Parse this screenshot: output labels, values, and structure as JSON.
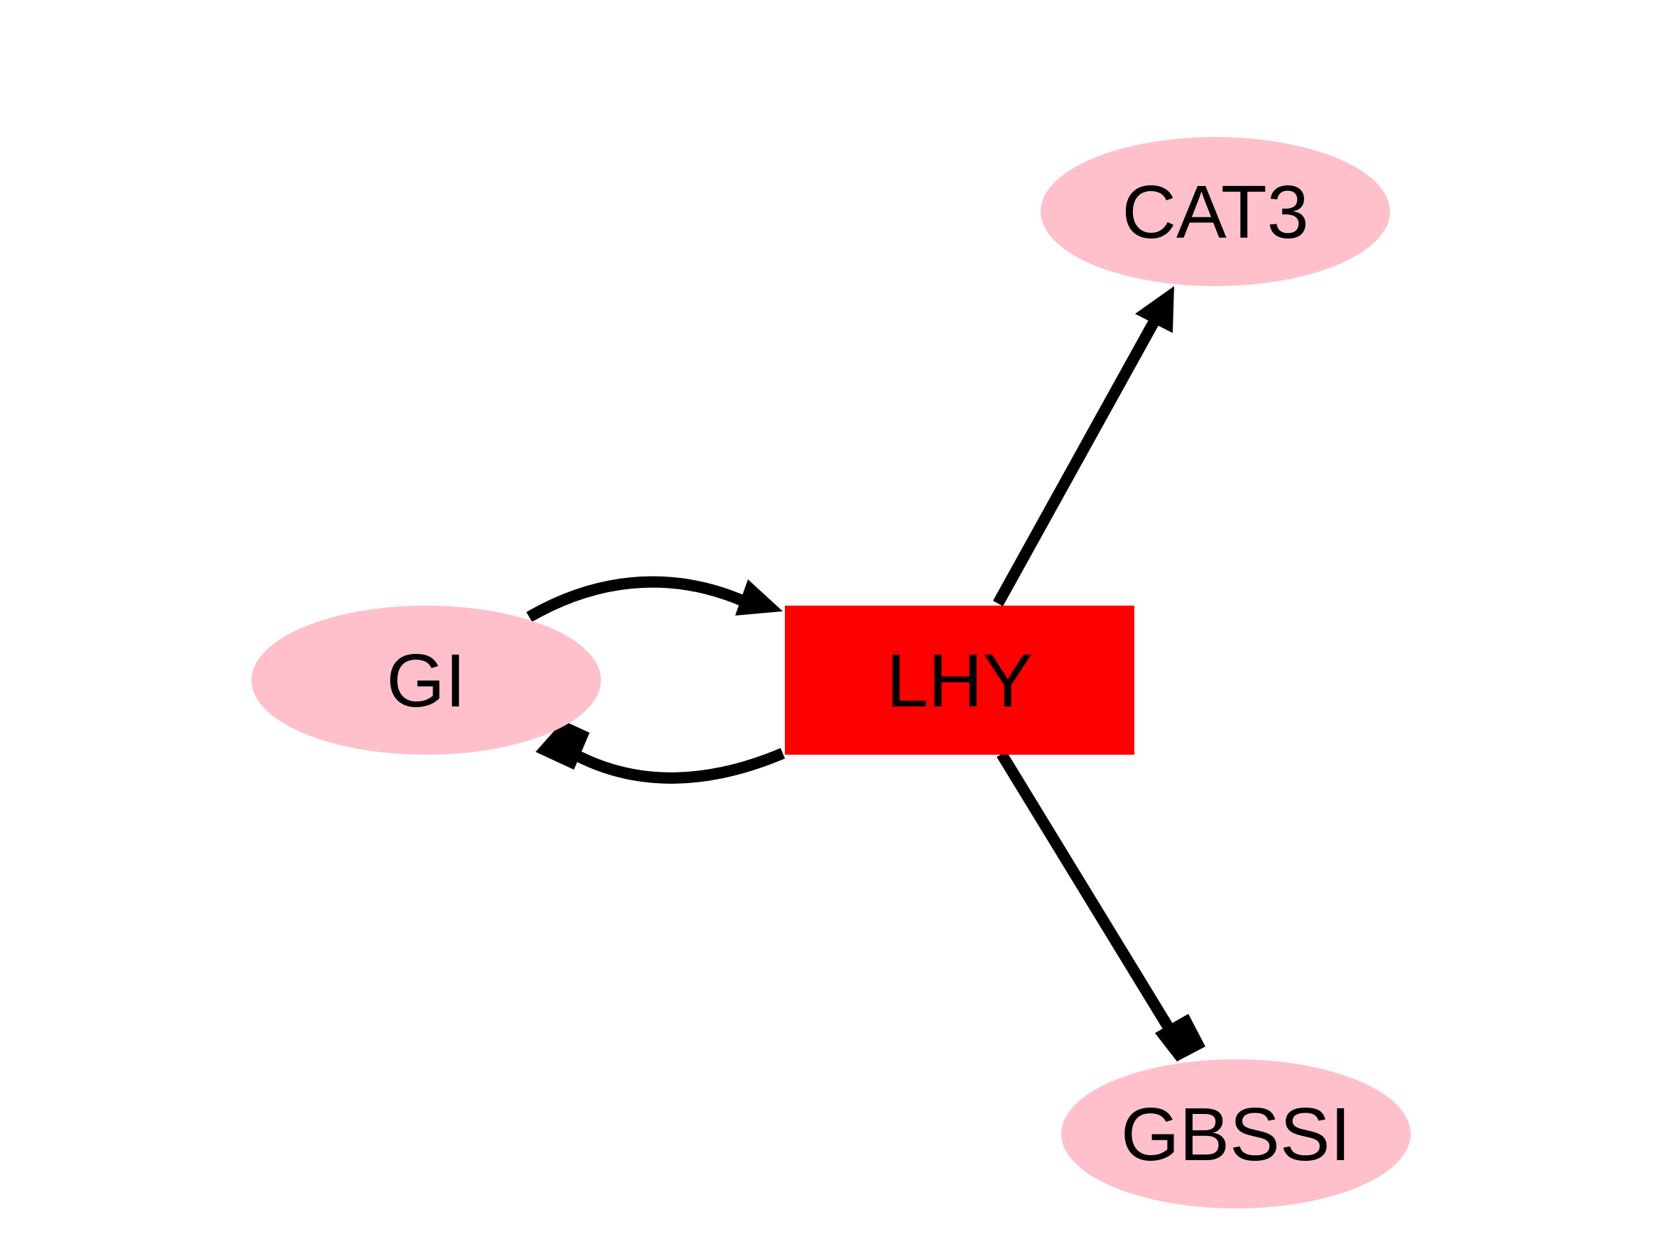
{
  "nodes": {
    "lhy": {
      "label": "LHY",
      "shape": "rectangle",
      "fill": "#ff0000"
    },
    "gi": {
      "label": "GI",
      "shape": "ellipse",
      "fill": "#ffc0cb"
    },
    "cat3": {
      "label": "CAT3",
      "shape": "ellipse",
      "fill": "#ffc0cb"
    },
    "gbssi": {
      "label": "GBSSI",
      "shape": "ellipse",
      "fill": "#ffc0cb"
    }
  },
  "edges": [
    {
      "from": "GI",
      "to": "LHY",
      "head": "triangle"
    },
    {
      "from": "LHY",
      "to": "GI",
      "head": "diamond"
    },
    {
      "from": "LHY",
      "to": "CAT3",
      "head": "triangle"
    },
    {
      "from": "LHY",
      "to": "GBSSI",
      "head": "diamond"
    }
  ],
  "colors": {
    "edge": "#000000"
  }
}
